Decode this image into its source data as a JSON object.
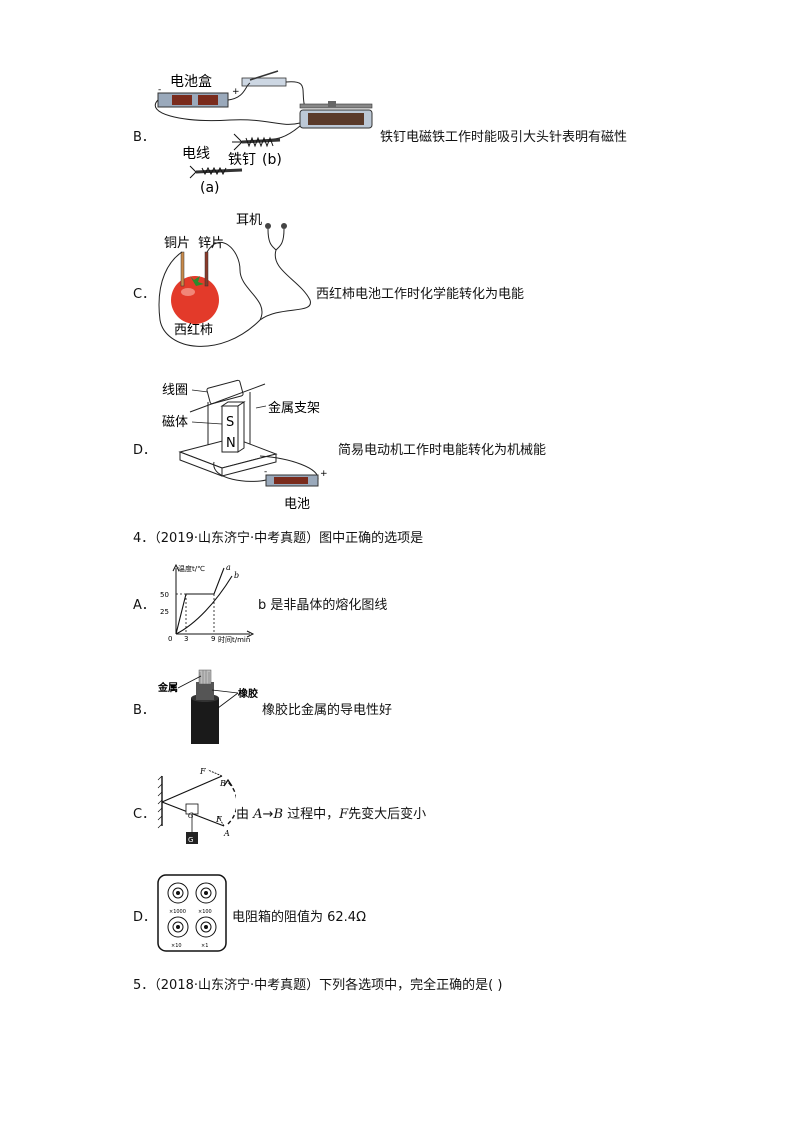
{
  "items": {
    "b": {
      "letter": "B．",
      "text": "铁钉电磁铁工作时能吸引大头针表明有磁性",
      "labels": {
        "battery_box": "电池盒",
        "wire": "电线",
        "nail": "铁钉",
        "a": "(a)",
        "b": "(b)"
      }
    },
    "c": {
      "letter": "C．",
      "text": "西红柿电池工作时化学能转化为电能",
      "labels": {
        "earphone": "耳机",
        "copper": "铜片",
        "zinc": "锌片",
        "tomato": "西红柿"
      }
    },
    "d": {
      "letter": "D．",
      "text": "简易电动机工作时电能转化为机械能",
      "labels": {
        "coil": "线圈",
        "magnet": "磁体",
        "frame": "金属支架",
        "battery": "电池",
        "s": "S",
        "n": "N"
      }
    }
  },
  "q4": {
    "title": "4．（2019·山东济宁·中考真题）图中正确的选项是",
    "a": {
      "letter": "A．",
      "text": "b 是非晶体的熔化图线",
      "chart": {
        "ylabel": "温度t/℃",
        "xlabel": "时间t/min",
        "yticks": [
          "50",
          "25",
          "0"
        ],
        "xticks": [
          "3",
          "9"
        ],
        "curve_a": "a",
        "curve_b": "b"
      }
    },
    "b": {
      "letter": "B．",
      "text": "橡胶比金属的导电性好",
      "labels": {
        "metal": "金属",
        "rubber": "橡胶"
      }
    },
    "c": {
      "letter": "C．",
      "text_pre": "由 ",
      "text_a": "A",
      "text_arrow": "→",
      "text_b": "B",
      "text_mid": " 过程中，",
      "text_f": "F",
      "text_post": "先变大后变小",
      "labels": {
        "f1": "F",
        "f2": "F",
        "pa": "A",
        "pb": "B",
        "g": "G",
        "weight": "G"
      }
    },
    "d": {
      "letter": "D．",
      "text": "电阻箱的阻值为 62.4Ω",
      "labels": {
        "x1000": "×1000",
        "x100": "×100",
        "x10": "×10",
        "x1": "×1"
      }
    }
  },
  "q5": {
    "title": "5．（2018·山东济宁·中考真题）下列各选项中，完全正确的是(      )"
  }
}
